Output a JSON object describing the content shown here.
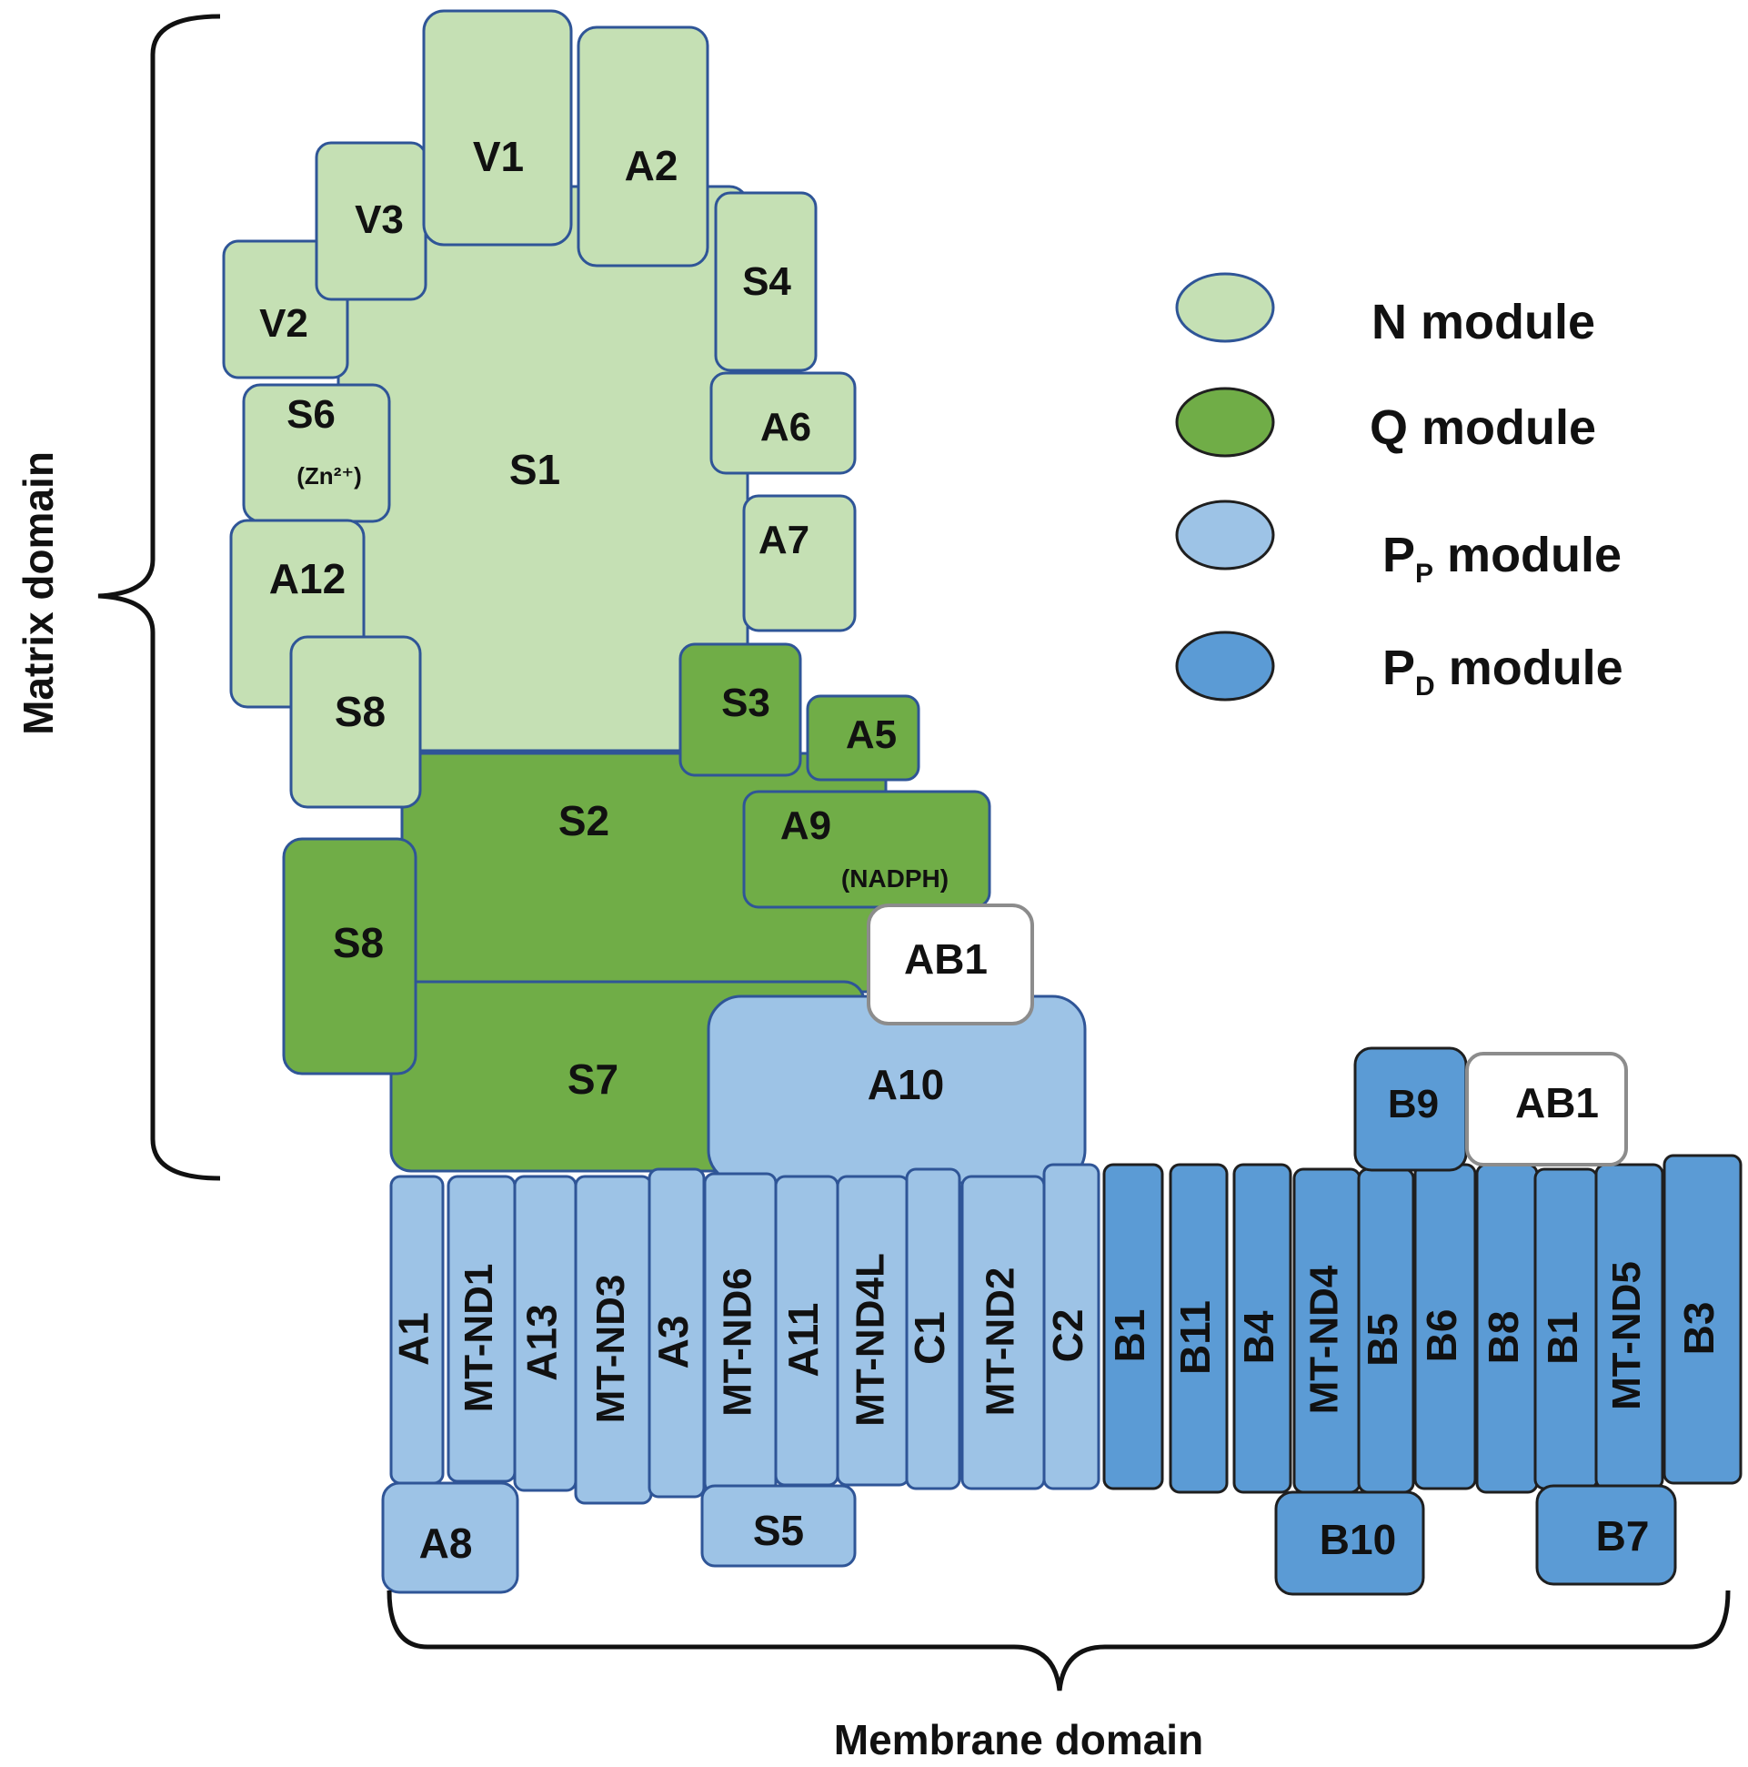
{
  "colors": {
    "n_module": "#c5e0b4",
    "q_module": "#70ad47",
    "pp_module": "#9dc3e6",
    "pd_module": "#5b9bd5",
    "none": "#ffffff",
    "stroke_n": "#2f5597",
    "stroke_q": "#2f5597",
    "stroke_pp": "#2f5597",
    "stroke_pd": "#1f1f1f",
    "stroke_none": "#8c8c8c"
  },
  "legend": [
    {
      "key": "n",
      "label": "N module",
      "sub": ""
    },
    {
      "key": "q",
      "label": "Q module",
      "sub": ""
    },
    {
      "key": "pp",
      "label": "P",
      "sub": "P",
      "suffix": " module"
    },
    {
      "key": "pd",
      "label": "P",
      "sub": "D",
      "suffix": " module"
    }
  ],
  "domains": {
    "matrix": "Matrix domain",
    "membrane": "Membrane domain"
  },
  "subunits": {
    "v1": {
      "label": "V1",
      "module": "n"
    },
    "a2": {
      "label": "A2",
      "module": "n"
    },
    "v3": {
      "label": "V3",
      "module": "n"
    },
    "s4": {
      "label": "S4",
      "module": "n"
    },
    "v2": {
      "label": "V2",
      "module": "n"
    },
    "s1": {
      "label": "S1",
      "module": "n"
    },
    "s6": {
      "label": "S6",
      "note": "(Zn²⁺)",
      "module": "n"
    },
    "a6": {
      "label": "A6",
      "module": "n"
    },
    "a7": {
      "label": "A7",
      "module": "n"
    },
    "a12": {
      "label": "A12",
      "module": "n"
    },
    "s8_n": {
      "label": "S8",
      "module": "n"
    },
    "s3": {
      "label": "S3",
      "module": "q"
    },
    "a5": {
      "label": "A5",
      "module": "q"
    },
    "s2": {
      "label": "S2",
      "module": "q"
    },
    "a9": {
      "label": "A9",
      "note": "(NADPH)",
      "module": "q"
    },
    "s8_q": {
      "label": "S8",
      "module": "q"
    },
    "s7": {
      "label": "S7",
      "module": "q"
    },
    "ab1_top": {
      "label": "AB1",
      "module": "none"
    },
    "a10": {
      "label": "A10",
      "module": "pp"
    },
    "b9": {
      "label": "B9",
      "module": "pd"
    },
    "ab1_right": {
      "label": "AB1",
      "module": "none"
    },
    "a8": {
      "label": "A8",
      "module": "pp"
    },
    "s5": {
      "label": "S5",
      "module": "pp"
    },
    "b10": {
      "label": "B10",
      "module": "pd"
    },
    "b7": {
      "label": "B7",
      "module": "pd"
    }
  },
  "membrane_pp": [
    "A1",
    "MT-ND1",
    "A13",
    "MT-ND3",
    "A3",
    "MT-ND6",
    "A11",
    "MT-ND4L",
    "C1",
    "MT-ND2",
    "C2"
  ],
  "membrane_pd": [
    "B1",
    "B11",
    "B4",
    "MT-ND4",
    "B5",
    "B6",
    "B8",
    "B1",
    "MT-ND5",
    "B3"
  ]
}
